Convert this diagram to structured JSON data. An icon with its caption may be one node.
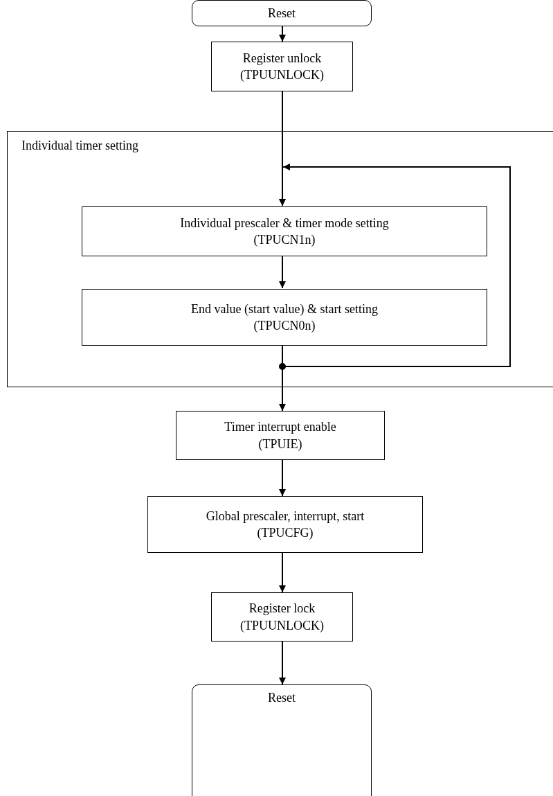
{
  "diagram": {
    "nodes": [
      {
        "text": [
          "Reset"
        ]
      },
      {
        "text": [
          "Register unlock",
          "(TPUUNLOCK)"
        ]
      },
      {
        "text": [
          "Individual timer setting"
        ]
      },
      {
        "text": [
          "Individual prescaler & timer mode setting",
          "(TPUCN1n)"
        ],
        "in": 2
      },
      {
        "text": [
          "End value (start value) & start setting",
          "(TPUCN0n)"
        ],
        "in": 2
      },
      {
        "text": [
          "Timer interrupt enable",
          "(TPUIE)"
        ]
      },
      {
        "text": [
          "Global prescaler, interrupt, start",
          "(TPUCFG)"
        ]
      },
      {
        "text": [
          "Register lock",
          "(TPUUNLOCK)"
        ]
      },
      {
        "text": [
          "Reset"
        ]
      }
    ],
    "edges": [
      {
        "from": 0,
        "to": 1,
        "arrow": "to"
      },
      {
        "from": 1,
        "to": 3,
        "arrow": "to"
      },
      {
        "from": 3,
        "to": 4,
        "arrow": "to"
      },
      {
        "from": 4,
        "to": 5,
        "arrow": "to"
      },
      {
        "from": 4,
        "to": 3,
        "arrow": "to"
      },
      {
        "from": 5,
        "to": 6,
        "arrow": "to"
      },
      {
        "from": 6,
        "to": 7,
        "arrow": "to"
      },
      {
        "from": 7,
        "to": 8,
        "arrow": "to"
      }
    ]
  }
}
